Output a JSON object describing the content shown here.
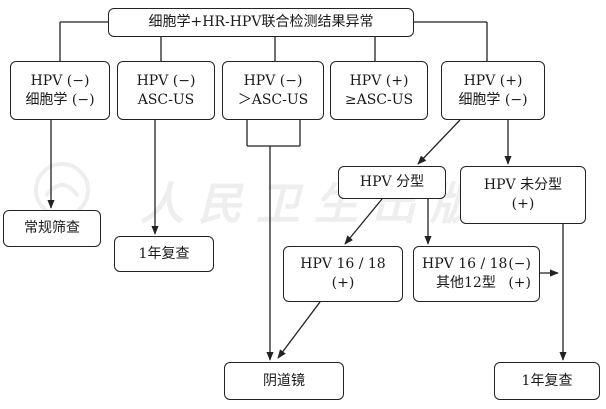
{
  "watermark": {
    "text": "人民卫生出版社"
  },
  "nodes": {
    "root": "细胞学+HR-HPV联合检测结果异常",
    "c1": {
      "line1": "HPV (−)",
      "line2": "细胞学 (−)"
    },
    "c2": {
      "line1": "HPV (−)",
      "line2": "ASC-US"
    },
    "c3": {
      "line1": "HPV (−)",
      "line2": "＞ASC-US"
    },
    "c4": {
      "line1": "HPV (+)",
      "line2": "≥ASC-US"
    },
    "c5": {
      "line1": "HPV (+)",
      "line2": "细胞学 (−)"
    },
    "routine": "常规筛查",
    "recheck1": "1年复查",
    "typing": "HPV 分型",
    "untyped": {
      "line1": "HPV 未分型",
      "line2": "(+)"
    },
    "hpv1618": {
      "line1": "HPV 16 / 18",
      "line2": "(+)"
    },
    "hpvother": {
      "l1a": "HPV 16 / 18",
      "l1b": "(−)",
      "l2a": "其他12型",
      "l2b": "(+)"
    },
    "colposcopy": "阴道镜",
    "recheck2": "1年复查"
  }
}
